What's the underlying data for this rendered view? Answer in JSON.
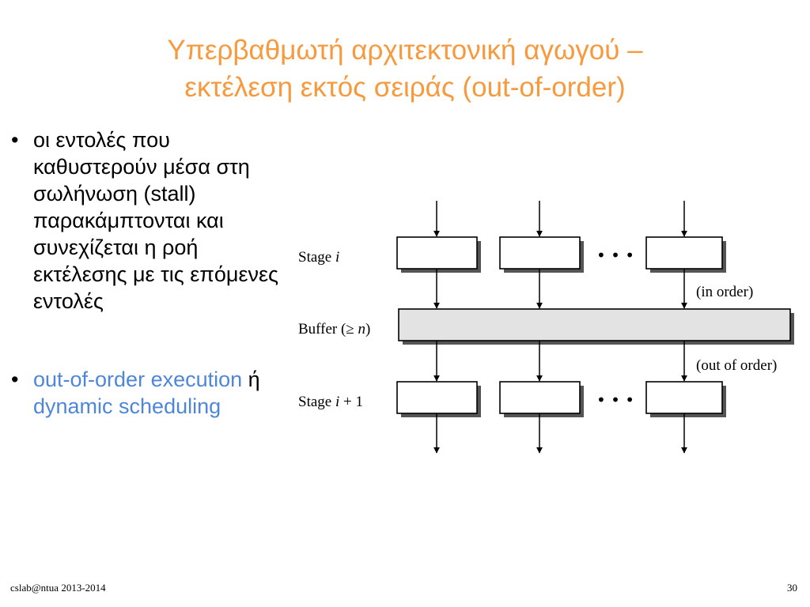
{
  "title": {
    "line1": "Υπερβαθμωτή αρχιτεκτονική αγωγού –",
    "line2": "εκτέλεση εκτός σειράς (out-of-order)"
  },
  "bullets": {
    "first": {
      "marker": "•",
      "text": "οι εντολές που καθυστερούν μέσα στη σωλήνωση (stall) παρακάμπτονται και συνεχίζεται η ροή εκτέλεσης με τις επόμενες εντολές"
    },
    "second": {
      "marker": "•",
      "part1": "out-of-order execution",
      "connector": " ή ",
      "part2": "dynamic scheduling"
    }
  },
  "diagram": {
    "stage_i_label": "Stage ",
    "stage_i_var": "i",
    "buffer_label": "Buffer (≥ ",
    "buffer_var": "n",
    "buffer_close": ")",
    "stage_i1_label": "Stage ",
    "stage_i1_var": "i",
    "stage_i1_suffix": " + 1",
    "in_order_label": "(in order)",
    "out_of_order_label": "(out of order)",
    "ellipsis": "• • •"
  },
  "footer": {
    "left": "cslab@ntua 2013-2014",
    "page_number": "30"
  },
  "colors": {
    "title": "#f79a3e",
    "highlight": "#4f86d9",
    "buffer_fill": "#e3e3e3",
    "box_shadow": "#555555"
  }
}
